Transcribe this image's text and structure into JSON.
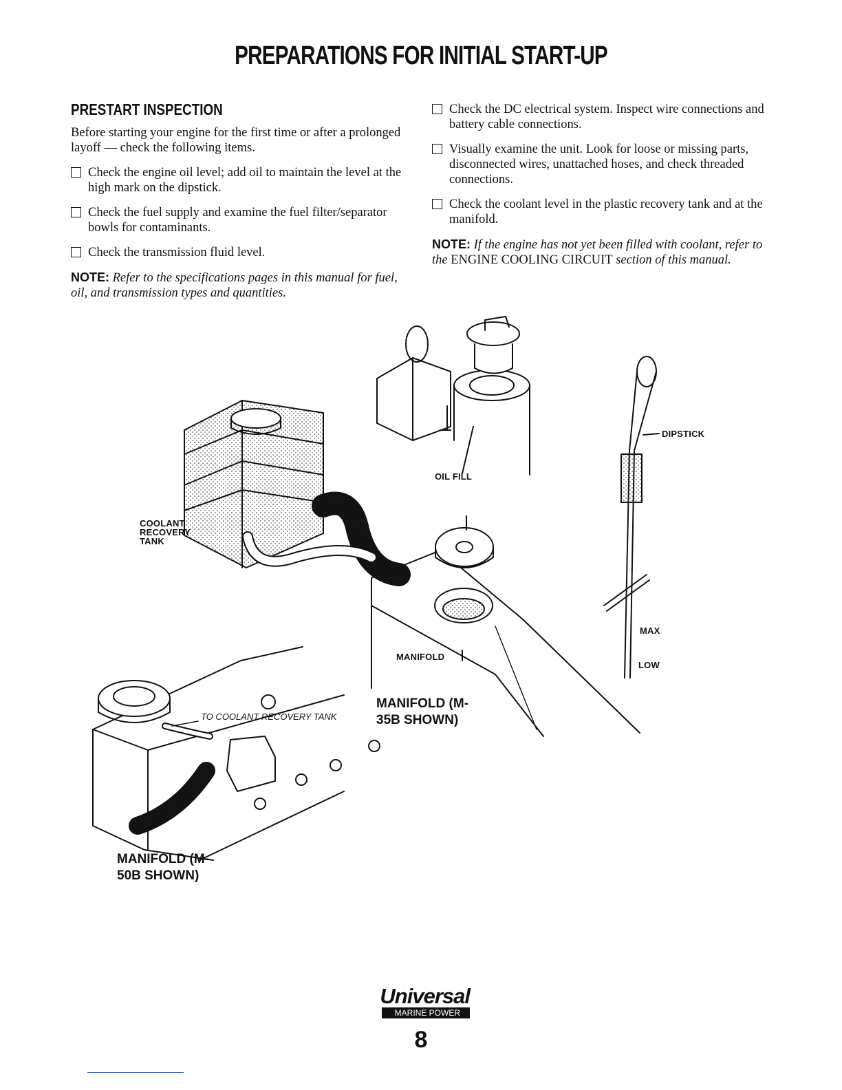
{
  "page_title": "PREPARATIONS FOR INITIAL START-UP",
  "left": {
    "heading": "PRESTART INSPECTION",
    "intro": "Before starting your engine for the first time or after a prolonged layoff — check the following items.",
    "checks": [
      "Check the engine oil level; add oil to maintain the level at the high mark on the dipstick.",
      "Check the fuel supply and examine the fuel filter/separator bowls for contaminants.",
      "Check the transmission fluid level."
    ],
    "note_label": "NOTE:",
    "note_text": "Refer to the specifications pages in this manual for fuel, oil, and transmission types and quantities."
  },
  "right": {
    "checks": [
      "Check the DC electrical system. Inspect wire connections and battery cable connections.",
      "Visually examine the unit. Look for loose or missing parts, disconnected wires, unattached hoses, and check threaded connections.",
      "Check the coolant level in the plastic recovery tank and at the manifold."
    ],
    "note_label": "NOTE:",
    "note_text_1": "If the engine has not yet been filled with coolant, refer to the",
    "note_upright": "ENGINE COOLING CIRCUIT",
    "note_text_2": "section of this manual."
  },
  "figure": {
    "labels": {
      "dipstick": "DIPSTICK",
      "oil_fill": "OIL FILL",
      "coolant_recovery_tank": "COOLANT RECOVERY TANK",
      "max": "MAX",
      "low": "LOW",
      "manifold_small": "MANIFOLD",
      "manifold_35b": "MANIFOLD (M-35B SHOWN)",
      "to_coolant": "TO COOLANT RECOVERY TANK",
      "manifold_50b": "MANIFOLD (M-50B SHOWN)"
    }
  },
  "logo": {
    "word": "Universal",
    "tagline": "MARINE POWER"
  },
  "page_number": "8"
}
